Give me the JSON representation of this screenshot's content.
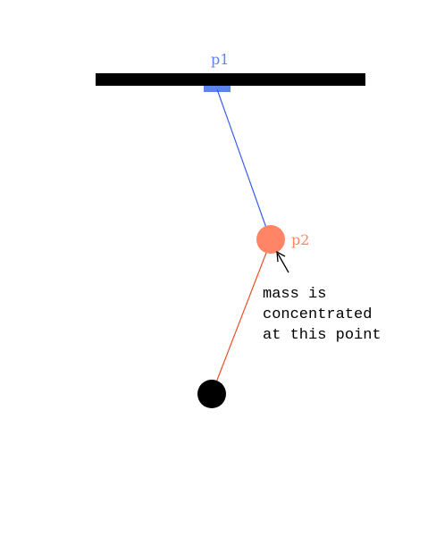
{
  "diagram": {
    "labels": {
      "p1": "p1",
      "p2": "p2"
    },
    "annotation": {
      "lines": [
        "mass is",
        "concentrated",
        "at this point"
      ]
    },
    "colors": {
      "support_bar": "#000000",
      "pivot_p1": "#5b84f0",
      "rod_upper": "#3a5bf2",
      "p2_mass": "#ff8566",
      "rod_lower": "#e8502a",
      "bob": "#000000",
      "text": "#000000"
    }
  }
}
